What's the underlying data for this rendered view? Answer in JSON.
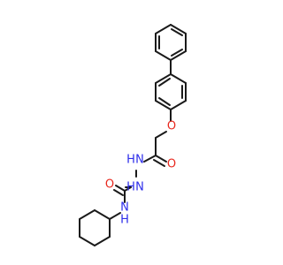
{
  "colors": {
    "bond": "#1a1a1a",
    "oxygen": "#e8281e",
    "nitrogen": "#2d2dea",
    "background": "#ffffff"
  },
  "atoms": {
    "ether_o": "O",
    "carbonyl_o1": "O",
    "carbonyl_o2": "O",
    "nh1": "H",
    "n1": "N",
    "nh2_h": "H",
    "nh2_n": "N",
    "nh3_n": "N",
    "nh3_h": "H"
  }
}
